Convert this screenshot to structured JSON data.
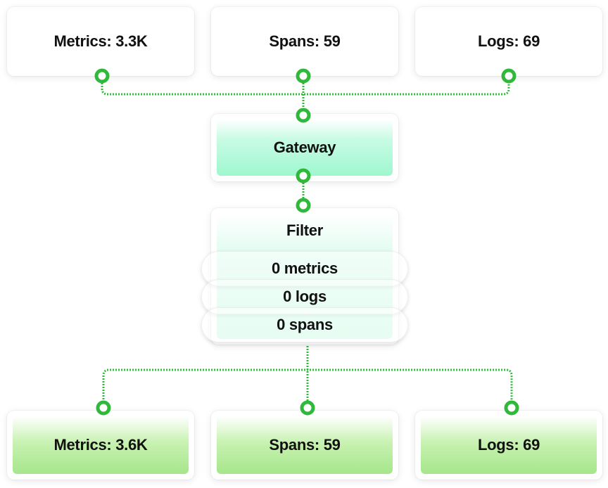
{
  "inputs": [
    {
      "label": "Metrics: 3.3K"
    },
    {
      "label": "Spans: 59"
    },
    {
      "label": "Logs: 69"
    }
  ],
  "gateway": {
    "label": "Gateway"
  },
  "filter": {
    "label": "Filter",
    "stats": [
      {
        "label": "0 metrics"
      },
      {
        "label": "0 logs"
      },
      {
        "label": "0 spans"
      }
    ]
  },
  "outputs": [
    {
      "label": "Metrics: 3.6K"
    },
    {
      "label": "Spans: 59"
    },
    {
      "label": "Logs: 69"
    }
  ],
  "colors": {
    "connector": "#2fb83a",
    "gateway_fill": "#9ef7cf",
    "output_fill": "#a6e68b"
  }
}
